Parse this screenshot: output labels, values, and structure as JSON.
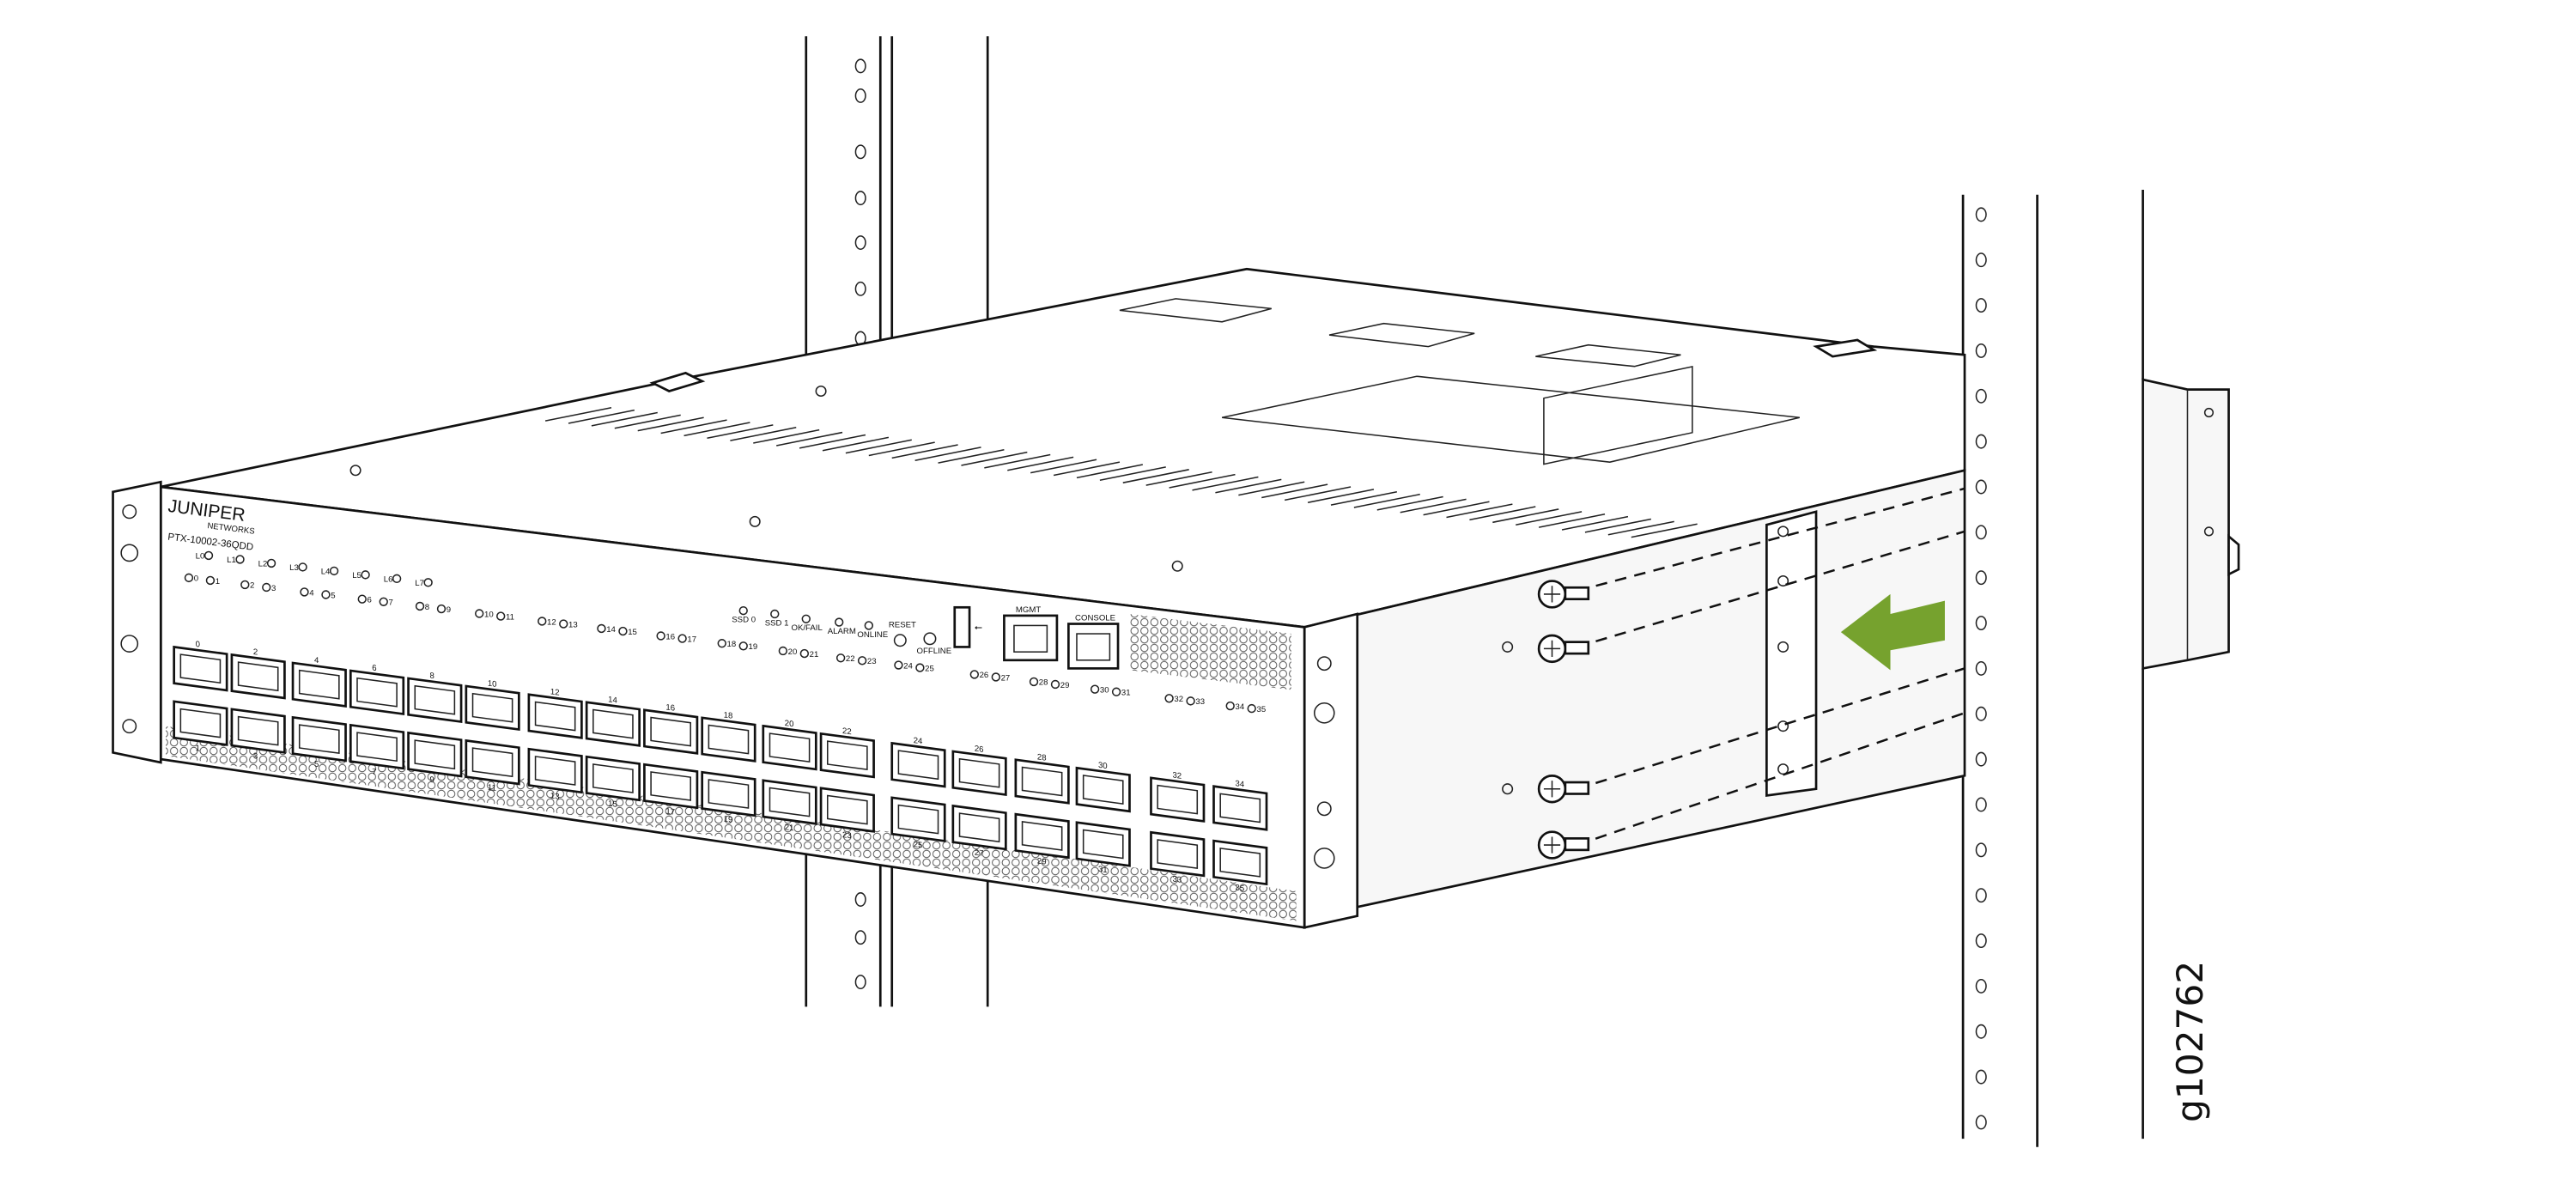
{
  "device": {
    "logo": "JUNIPER",
    "logo_sub": "NETWORKS",
    "model": "PTX-10002-36QDD",
    "lane_leds": [
      "L0",
      "L1",
      "L2",
      "L3",
      "L4",
      "L5",
      "L6",
      "L7"
    ],
    "status_leds": [
      "SSD 0",
      "SSD 1",
      "OK/FAIL",
      "ALARM",
      "ONLINE"
    ],
    "reset_label": "RESET",
    "offline_label": "OFFLINE",
    "mgmt_label": "MGMT",
    "console_label": "CONSOLE",
    "port_numbers": [
      "0",
      "1",
      "2",
      "3",
      "4",
      "5",
      "6",
      "7",
      "8",
      "9",
      "10",
      "11",
      "12",
      "13",
      "14",
      "15",
      "16",
      "17",
      "18",
      "19",
      "20",
      "21",
      "22",
      "23",
      "24",
      "25",
      "26",
      "27",
      "28",
      "29",
      "30",
      "31",
      "32",
      "33",
      "34",
      "35"
    ]
  },
  "arrow_color": "#76a22e",
  "figure_id": "g102762"
}
